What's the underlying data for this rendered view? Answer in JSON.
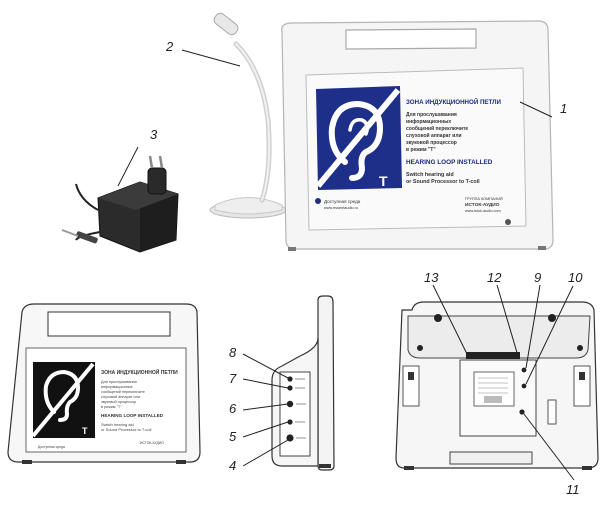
{
  "callouts": {
    "n1": "1",
    "n2": "2",
    "n3": "3",
    "n4": "4",
    "n5": "5",
    "n6": "6",
    "n7": "7",
    "n8": "8",
    "n9": "9",
    "n10": "10",
    "n11": "11",
    "n12": "12",
    "n13": "13"
  },
  "sign": {
    "heading_ru": "ЗОНА ИНДУКЦИОННОЙ ПЕТЛИ",
    "text_ru_1": "Для прослушивания",
    "text_ru_2": "информационных",
    "text_ru_3": "сообщений переключите",
    "text_ru_4": "слуховой аппарат или",
    "text_ru_5": "звуковой процессор",
    "text_ru_6": "в режим \"Т\"",
    "heading_en": "HEARING LOOP INSTALLED",
    "text_en_1": "Switch hearing aid",
    "text_en_2": "or Sound Processor to T-coil",
    "brand_left": "Доступная среда",
    "brand_left_url": "www.essentaudio.ru",
    "brand_right_1": "ГРУППА КОМПАНИЙ",
    "brand_right_2": "ИСТОК-АУДИО",
    "brand_right_url": "www.istok-audio.com",
    "t_letter": "T"
  },
  "colors": {
    "sign_blue": "#1e2f8a",
    "sign_black": "#111111",
    "case_white": "#f4f4f4",
    "outline": "#333333"
  }
}
